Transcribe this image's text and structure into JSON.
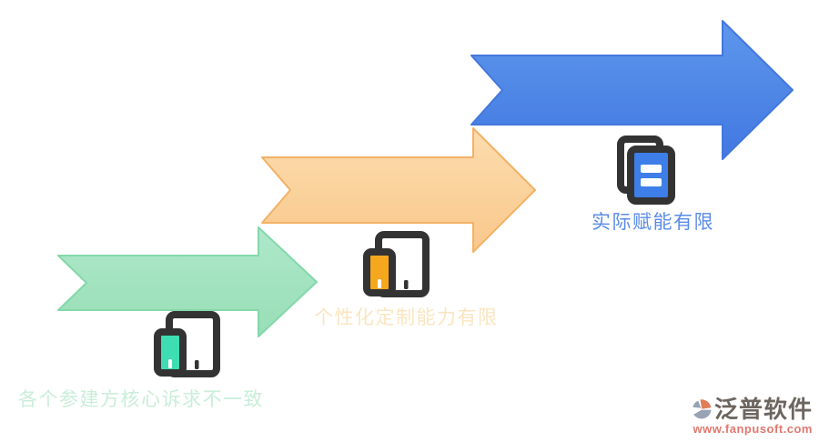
{
  "diagram": {
    "type": "staircase-arrow-process",
    "steps": [
      {
        "label": "各个参建方核心诉求不一致",
        "label_color": "#c9eeda",
        "fill_top": "#aee8cb",
        "fill_bottom": "#98deb5",
        "border": "#84d8aa",
        "accent": "#3eddb2",
        "icon": "phone-tablet-icon"
      },
      {
        "label": "个性化定制能力有限",
        "label_color": "#fbe5c0",
        "fill_top": "#fcdcae",
        "fill_bottom": "#f9c88b",
        "border": "#f3b166",
        "accent": "#f5a81e",
        "icon": "phone-tablet-icon"
      },
      {
        "label": "实际赋能有限",
        "label_color": "#5a8be8",
        "fill_top": "#5d97ec",
        "fill_bottom": "#4278e1",
        "border": "#4377dd",
        "accent": "#3d7ee8",
        "icon": "documents-icon"
      }
    ]
  },
  "watermark": {
    "brand": "泛普软件",
    "url": "www.fanpusoft.com",
    "brand_color": "#6d665f",
    "url_color": "#e0786f"
  }
}
